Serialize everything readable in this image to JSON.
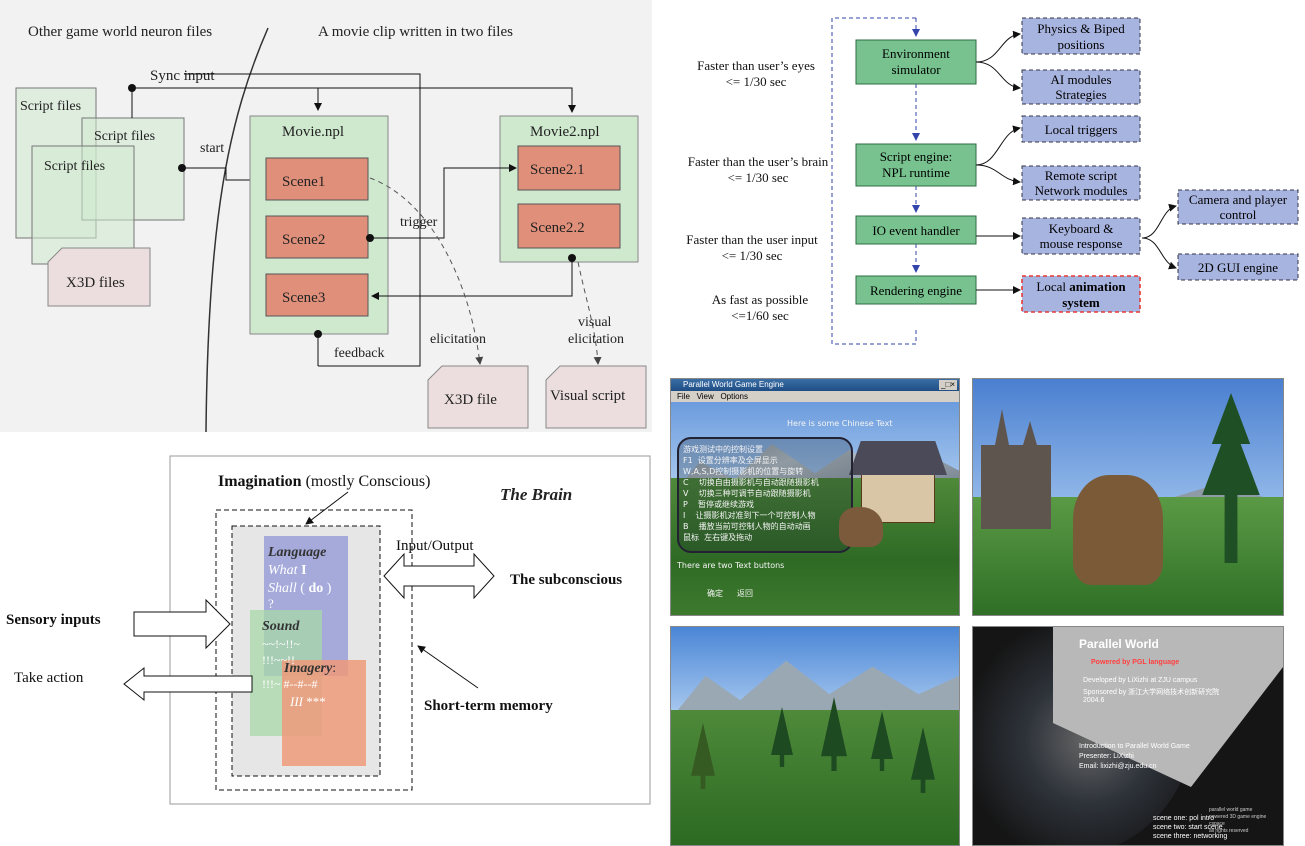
{
  "npl_diagram": {
    "header_left": "Other game world neuron files",
    "header_right": "A movie clip written in two files",
    "sync_input": "Sync input",
    "script_files": [
      "Script files",
      "Script files",
      "Script files"
    ],
    "x3d_files": "X3D files",
    "start_label": "start",
    "movie1": {
      "title": "Movie.npl",
      "scenes": [
        "Scene1",
        "Scene2",
        "Scene3"
      ]
    },
    "movie2": {
      "title": "Movie2.npl",
      "scenes": [
        "Scene2.1",
        "Scene2.2"
      ]
    },
    "trigger_label": "trigger",
    "feedback_label": "feedback",
    "elicitation_label": "elicitation",
    "visual_elicitation_label": [
      "visual",
      "elicitation"
    ],
    "x3d_file": "X3D file",
    "visual_script": "Visual script"
  },
  "engine_diagram": {
    "rows": [
      {
        "speed": "Faster than user’s eyes",
        "limit": "<= 1/30 sec"
      },
      {
        "speed": "Faster than the user’s brain",
        "limit": "<= 1/30 sec"
      },
      {
        "speed": "Faster than the user input",
        "limit": "<= 1/30 sec"
      },
      {
        "speed": "As fast as possible",
        "limit": "<=1/60 sec"
      }
    ],
    "engines": [
      [
        "Environment",
        "simulator"
      ],
      [
        "Script engine:",
        "NPL runtime"
      ],
      [
        "IO event handler"
      ],
      [
        "Rendering engine"
      ]
    ],
    "modules": [
      [
        "Physics & Biped",
        "positions"
      ],
      [
        "AI modules",
        "Strategies"
      ],
      [
        "Local triggers"
      ],
      [
        "Remote script",
        "Network modules"
      ],
      [
        "Keyboard &",
        "mouse response"
      ]
    ],
    "local_animation_prefix": "Local ",
    "local_animation_bold": "animation",
    "local_animation_line2": "system",
    "outputs": [
      [
        "Camera and player",
        "control"
      ],
      [
        "2D GUI engine"
      ]
    ],
    "colors": {
      "engine": "#66bb88",
      "module": "#a8b4e0",
      "highlight": "#e53935",
      "dash": "#3344aa"
    }
  },
  "brain_diagram": {
    "imagination_bold": "Imagination",
    "imagination_rest": " (mostly Conscious)",
    "the_brain": "The Brain",
    "language": "Language",
    "language_what": "What",
    "language_i": "I",
    "language_shall": "Shall",
    "language_do_open": "(",
    "language_do": "do",
    "language_do_close": ")",
    "language_q": "?",
    "sound": "Sound",
    "sound_marks": [
      "~~!~!!~",
      "!!!~~!!"
    ],
    "imagery": "Imagery",
    "imagery_colon": ":",
    "imagery_marks_1": "!!!~",
    "imagery_marks_2": "#--#--#",
    "imagery_marks_3": "III",
    "imagery_marks_4": "***",
    "input_output": "Input/Output",
    "subconscious": "The subconscious",
    "sensory_inputs": "Sensory inputs",
    "take_action": "Take action",
    "short_term_memory": "Short-term memory"
  },
  "screenshots": {
    "window_title": "Parallel World Game Engine",
    "window_buttons": "_□×",
    "menu": [
      "File",
      "View",
      "Options"
    ],
    "overlay_title": "Here is some Chinese Text",
    "chinese_lines": [
      "游戏测试中的控制设置",
      "F1  设置分辨率及全屏显示",
      "W,A,S,D控制摄影机的位置与旋转",
      "C    切换自由摄影机与自动跟随摄影机",
      "V    切换三种可调节自动跟随摄影机",
      "P    暂停或继续游戏",
      "I    让摄影机对准到下一个可控制人物",
      "B    播放当前可控制人物的自动动画",
      "鼠标  左右键及拖动"
    ],
    "bottom_text": "There are two Text buttons",
    "button_labels": [
      "确定",
      "返回"
    ],
    "title_card": {
      "title": "Parallel World",
      "powered": "Powered by PGL language",
      "developed": "Developed by LiXizhi at ZJU campus",
      "sponsored_prefix": "Sponsored by",
      "sponsored_cn": "浙江大学网络技术创新研究院",
      "year": "2004.6",
      "intro": "Introduction to Parallel World Game",
      "presenter": "Presenter: LiXizhi",
      "email": "Email: lixizhi@zju.edu.cn",
      "scenes": [
        "scene one: pol intro",
        "scene two: start scene",
        "scene three: networking"
      ],
      "side_notes": [
        "parallel world game",
        "powered 3D game engine",
        "cspace",
        "all rights reserved"
      ]
    }
  }
}
